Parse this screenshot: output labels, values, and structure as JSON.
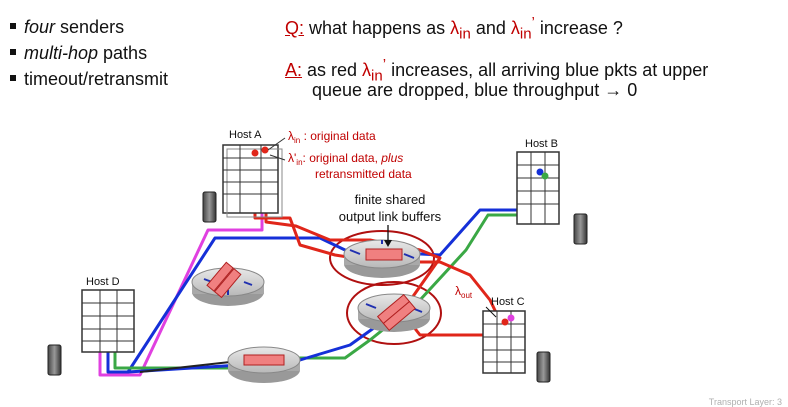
{
  "bullets": [
    {
      "italic": "four",
      "rest": " senders"
    },
    {
      "italic": "multi-hop",
      "rest": " paths"
    },
    {
      "italic": "",
      "rest": "timeout/retransmit"
    }
  ],
  "question": {
    "tag": "Q:",
    "text1": " what happens as ",
    "lambda": "λ",
    "sub": "in",
    "text2": " and ",
    "lambda2": "λ",
    "sub2": "in",
    "prime": "’",
    "text3": " increase ?"
  },
  "answer": {
    "tag": "A:",
    "text1": " as red ",
    "lambda": "λ",
    "sub": "in",
    "prime": "’",
    "text2": " increases, all arriving blue pkts at upper",
    "line2": "queue are dropped, blue throughput → 0"
  },
  "diagram": {
    "host_a": "Host A",
    "host_b": "Host B",
    "host_c": "Host C",
    "host_d": "Host D",
    "lambda_in_sym": "λ",
    "lambda_in_sub": "in",
    "lambda_in_desc": " : original data",
    "lambda_prime_sym": "λ'",
    "lambda_prime_sub": "in",
    "lambda_prime_desc": ": original data, ",
    "lambda_prime_plus": "plus",
    "lambda_prime_desc2": "retransmitted data",
    "buffer_label1": "finite shared",
    "buffer_label2": "output link buffers",
    "lambda_out_sym": "λ",
    "lambda_out_sub": "out"
  },
  "footer": "Transport Layer: 3",
  "colors": {
    "red": "#e0261a",
    "blue": "#1530d8",
    "green": "#3aa845",
    "magenta": "#e040e0",
    "accent_red": "#c00000"
  }
}
